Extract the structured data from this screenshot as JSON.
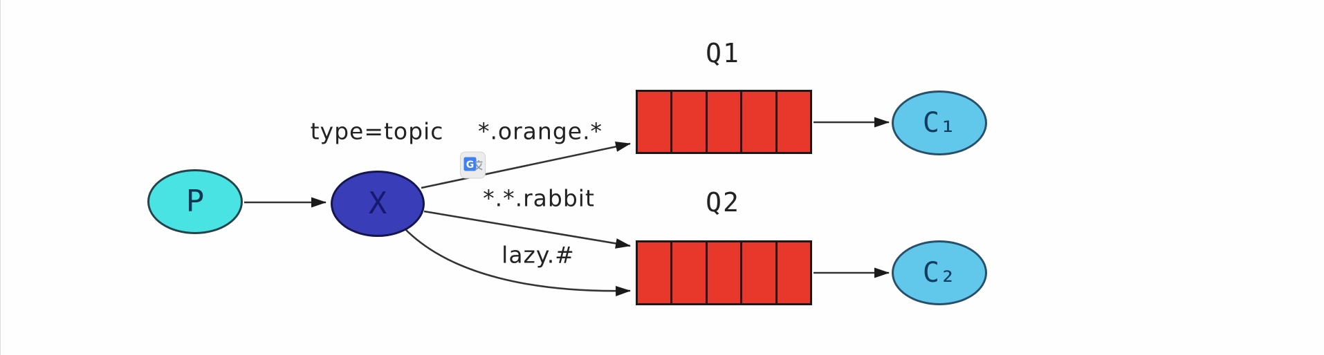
{
  "diagram": {
    "producer": {
      "label": "P"
    },
    "exchange": {
      "label": "X",
      "annotation": "type=topic"
    },
    "bindings": {
      "orange": "*.orange.*",
      "rabbit": "*.*.rabbit",
      "lazy": "lazy.#"
    },
    "queues": {
      "q1": {
        "label": "Q1",
        "segments": 5
      },
      "q2": {
        "label": "Q2",
        "segments": 5
      }
    },
    "consumers": {
      "c1": {
        "label": "C₁"
      },
      "c2": {
        "label": "C₂"
      }
    },
    "colors": {
      "producer_fill": "#49e3e3",
      "exchange_fill": "#3a3db8",
      "consumer_fill": "#62c8eb",
      "queue_fill": "#e8382b",
      "edge_stroke": "#333333",
      "label_text": "#222222",
      "translate_icon_blue": "#3e82f1"
    },
    "overlay": {
      "icon": "google-translate-icon",
      "g_letter": "G"
    }
  }
}
